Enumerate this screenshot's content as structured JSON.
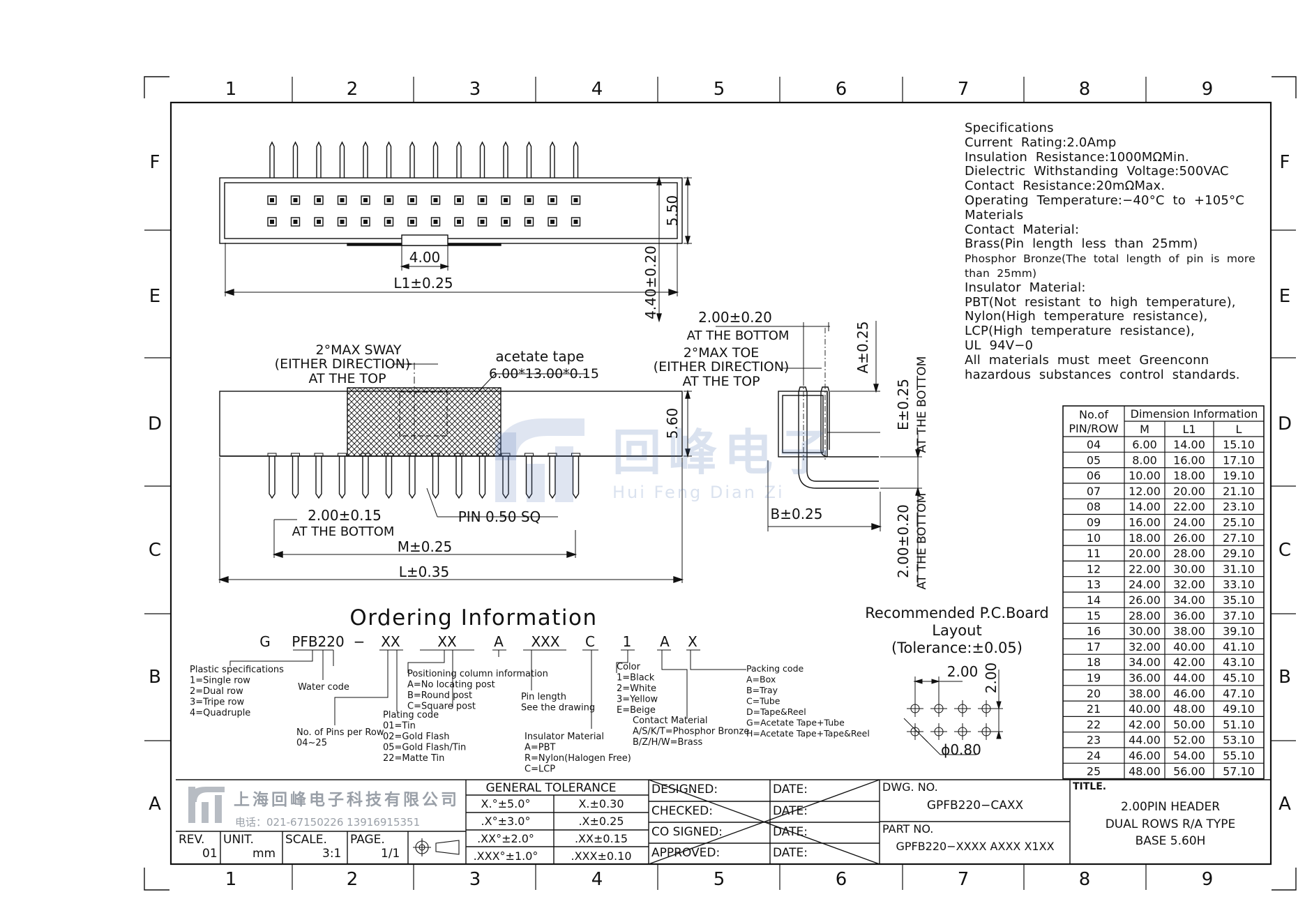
{
  "grid": {
    "cols": [
      "1",
      "2",
      "3",
      "4",
      "5",
      "6",
      "7",
      "8",
      "9"
    ],
    "rows": [
      "F",
      "E",
      "D",
      "C",
      "B",
      "A"
    ]
  },
  "top_view": {
    "dim_4_00": "4.00",
    "dim_l1": "L1±0.25",
    "dim_5_50": "5.50",
    "dim_4_40": "4.40±0.20"
  },
  "front_view": {
    "sway_1": "2°MAX SWAY",
    "sway_2": "(EITHER DIRECTION)",
    "sway_3": "AT THE TOP",
    "tape_1": "acetate tape",
    "tape_2": "6.00*13.00*0.15",
    "dim_5_60": "5.60",
    "pin": "PIN 0.50 SQ",
    "pitch": "2.00±0.15",
    "pitch_sub": "AT THE BOTTOM",
    "dim_m": "M±0.25",
    "dim_l": "L±0.35"
  },
  "side_view": {
    "pitch": "2.00±0.20",
    "pitch_sub": "AT THE BOTTOM",
    "toe_1": "2°MAX TOE",
    "toe_2": "(EITHER DIRECTION)",
    "toe_3": "AT THE TOP",
    "dim_a": "A±0.25",
    "dim_e": "E±0.25",
    "dim_e_sub": "AT THE BOTTOM",
    "dim_b": "B±0.25",
    "dim_2_00": "2.00±0.20",
    "dim_2_00_sub": "AT THE BOTTOM"
  },
  "specs": [
    "Specifications",
    "Current  Rating:2.0Amp",
    "Insulation  Resistance:1000MΩMin.",
    "Dielectric  Withstanding  Voltage:500VAC",
    "Contact  Resistance:20mΩMax.",
    "Operating  Temperature:−40°C  to  +105°C",
    "Materials",
    "Contact  Material:",
    "Brass(Pin  length  less  than  25mm)",
    "Phosphor  Bronze(The  total  length  of  pin  is  more",
    "than  25mm)",
    "Insulator  Material:",
    "PBT(Not  resistant  to  high  temperature),",
    "Nylon(High  temperature  resistance),",
    "LCP(High  temperature  resistance),",
    "UL  94V−0",
    "All  materials  must  meet  Greenconn",
    "hazardous  substances  control  standards."
  ],
  "dim_table": {
    "head_left_1": "No.of",
    "head_left_2": "PIN/ROW",
    "head_group": "Dimension  Information",
    "col_m": "M",
    "col_l1": "L1",
    "col_l": "L",
    "rows": [
      [
        "04",
        "6.00",
        "14.00",
        "15.10"
      ],
      [
        "05",
        "8.00",
        "16.00",
        "17.10"
      ],
      [
        "06",
        "10.00",
        "18.00",
        "19.10"
      ],
      [
        "07",
        "12.00",
        "20.00",
        "21.10"
      ],
      [
        "08",
        "14.00",
        "22.00",
        "23.10"
      ],
      [
        "09",
        "16.00",
        "24.00",
        "25.10"
      ],
      [
        "10",
        "18.00",
        "26.00",
        "27.10"
      ],
      [
        "11",
        "20.00",
        "28.00",
        "29.10"
      ],
      [
        "12",
        "22.00",
        "30.00",
        "31.10"
      ],
      [
        "13",
        "24.00",
        "32.00",
        "33.10"
      ],
      [
        "14",
        "26.00",
        "34.00",
        "35.10"
      ],
      [
        "15",
        "28.00",
        "36.00",
        "37.10"
      ],
      [
        "16",
        "30.00",
        "38.00",
        "39.10"
      ],
      [
        "17",
        "32.00",
        "40.00",
        "41.10"
      ],
      [
        "18",
        "34.00",
        "42.00",
        "43.10"
      ],
      [
        "19",
        "36.00",
        "44.00",
        "45.10"
      ],
      [
        "20",
        "38.00",
        "46.00",
        "47.10"
      ],
      [
        "21",
        "40.00",
        "48.00",
        "49.10"
      ],
      [
        "22",
        "42.00",
        "50.00",
        "51.10"
      ],
      [
        "23",
        "44.00",
        "52.00",
        "53.10"
      ],
      [
        "24",
        "46.00",
        "54.00",
        "55.10"
      ],
      [
        "25",
        "48.00",
        "56.00",
        "57.10"
      ]
    ]
  },
  "ordering": {
    "title": "Ordering  Information",
    "codes": [
      "G",
      "PFB220",
      "−",
      "XX",
      "XX",
      "A",
      "XXX",
      "C",
      "1",
      "A",
      "X"
    ],
    "plastic": [
      "Plastic  specifications",
      "1=Single  row",
      "2=Dual  row",
      "3=Tripe  row",
      "4=Quadruple"
    ],
    "water": "Water  code",
    "pins": [
      "No.  of  Pins  per  Row",
      "04~25"
    ],
    "plating": [
      "Plating  code",
      "01=Tin",
      "02=Gold  Flash",
      "05=Gold  Flash/Tin",
      "22=Matte  Tin"
    ],
    "positioning": [
      "Positioning  column  information",
      "A=No  locating  post",
      "B=Round  post",
      "C=Square  post"
    ],
    "pinlength": [
      "Pin  length",
      "See  the  drawing"
    ],
    "insulator": [
      "Insulator  Material",
      "A=PBT",
      "R=Nylon(Halogen  Free)",
      "C=LCP"
    ],
    "color": [
      "Color",
      "1=Black",
      "2=White",
      "3=Yellow",
      "E=Beige"
    ],
    "contact": [
      "Contact  Material",
      "A/S/K/T=Phosphor  Bronze",
      "B/Z/H/W=Brass"
    ],
    "packing": [
      "Packing  code",
      "A=Box",
      "B=Tray",
      "C=Tube",
      "D=Tape&Reel",
      "G=Acetate  Tape+Tube",
      "H=Acetate  Tape+Tape&Reel"
    ]
  },
  "pcb": {
    "title_1": "Recommended  P.C.Board",
    "title_2": "Layout",
    "title_3": "(Tolerance:±0.05)",
    "dim_h": "2.00",
    "dim_v": "2.00",
    "dim_d": "ϕ0.80"
  },
  "watermark": {
    "text": "回峰电子",
    "sub": "Hui Feng Dian Zi"
  },
  "title_block": {
    "company": "上海回峰电子科技有限公司",
    "phone": "电话：021-67150226  13916915351",
    "rev_label": "REV.",
    "rev": "01",
    "unit_label": "UNIT.",
    "unit": "mm",
    "scale_label": "SCALE.",
    "scale": "3:1",
    "page_label": "PAGE.",
    "page": "1/1",
    "gt_title": "GENERAL  TOLERANCE",
    "gt_rows": [
      [
        "X.°±5.0°",
        "X.±0.30"
      ],
      [
        ".X°±3.0°",
        ".X±0.25"
      ],
      [
        ".XX°±2.0°",
        ".XX±0.15"
      ],
      [
        ".XXX°±1.0°",
        ".XXX±0.10"
      ]
    ],
    "designed": "DESIGNED:",
    "checked": "CHECKED:",
    "co_signed": "CO  SIGNED:",
    "approved": "APPROVED:",
    "date": "DATE:",
    "dwg_label": "DWG.  NO.",
    "dwg": "GPFB220−CAXX",
    "part_label": "PART  NO.",
    "part": "GPFB220−XXXX  AXXX  X1XX",
    "title_label": "TITLE.",
    "title_1": "2.00PIN  HEADER",
    "title_2": "DUAL  ROWS  R/A  TYPE",
    "title_3": "BASE  5.60H"
  },
  "colors": {
    "line": "#111111",
    "watermark": "#4e6eaf",
    "logo_grey": "#9aa0a8"
  }
}
